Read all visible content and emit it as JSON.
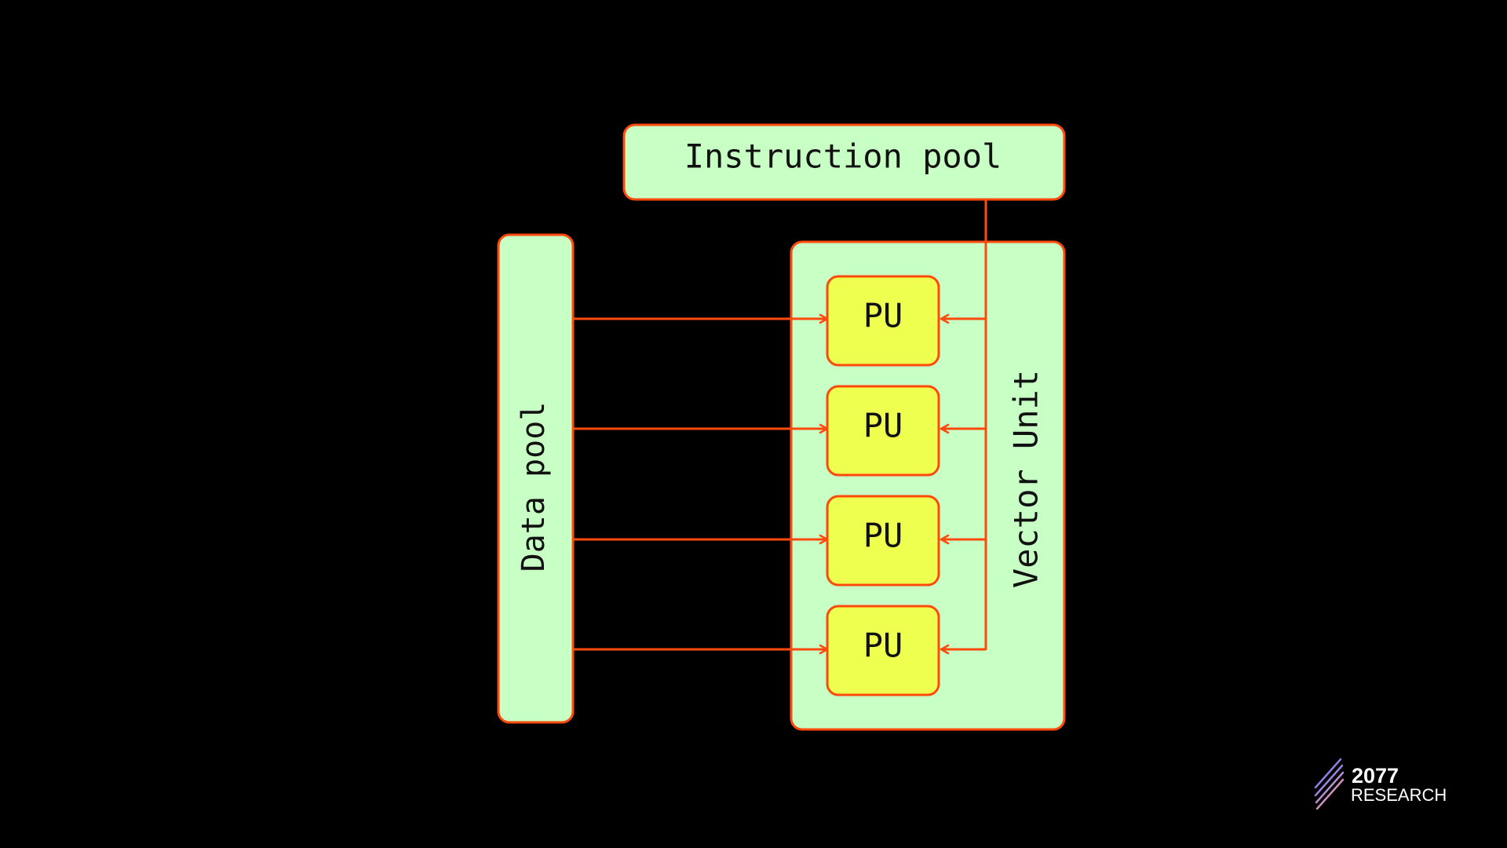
{
  "diagram": {
    "instruction_pool": "Instruction pool",
    "data_pool": "Data pool",
    "vector_unit": "Vector Unit",
    "processing_units": [
      {
        "label": "PU"
      },
      {
        "label": "PU"
      },
      {
        "label": "PU"
      },
      {
        "label": "PU"
      }
    ]
  },
  "logo": {
    "number": "2077",
    "name": "RESEARCH"
  },
  "colors": {
    "background": "#000000",
    "box_fill": "#c8ffc4",
    "pu_fill": "#eeff4f",
    "stroke": "#ff4a0e"
  }
}
